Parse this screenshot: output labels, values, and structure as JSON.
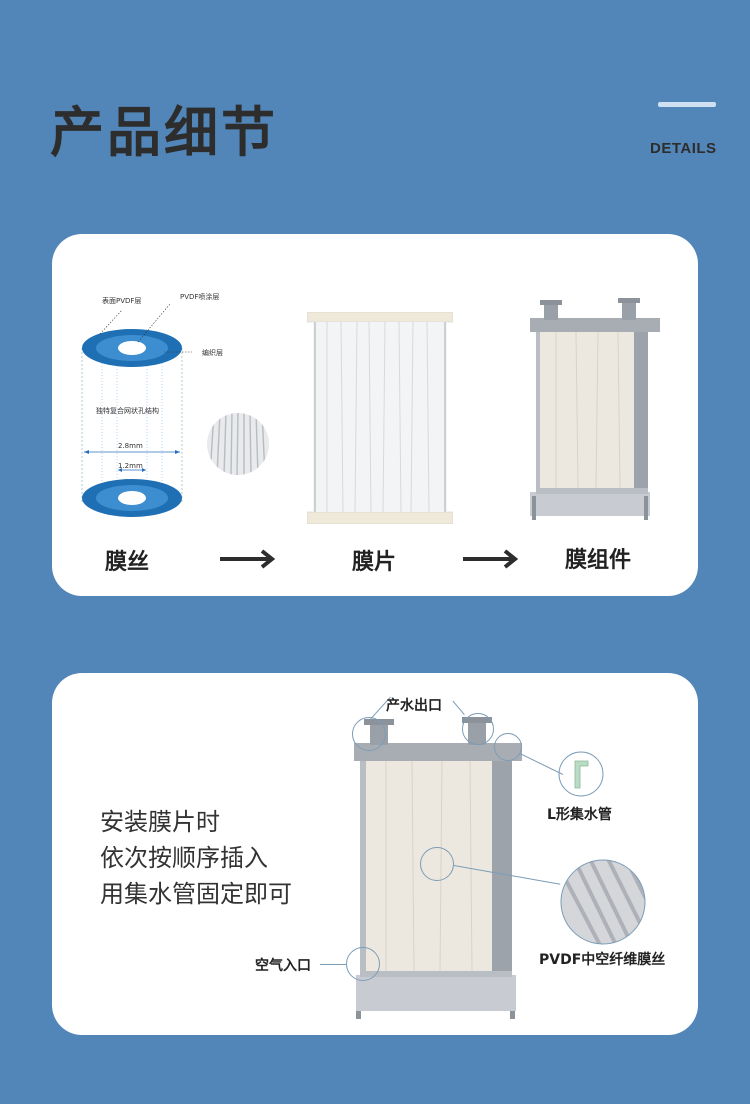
{
  "header": {
    "title": "产品细节",
    "subtitle_en": "DETAILS"
  },
  "process_card": {
    "fiber_labels": {
      "surface": "表面PVDF层",
      "coating": "PVDF喷涂层",
      "braid": "编织层",
      "structure": "独特复合网状孔结构",
      "outer_dia": "2.8mm",
      "inner_dia": "1.2mm"
    },
    "steps": [
      "膜丝",
      "膜片",
      "膜组件"
    ]
  },
  "install_card": {
    "instructions": [
      "安装膜片时",
      "依次按顺序插入",
      "用集水管固定即可"
    ],
    "callouts": {
      "water_outlet": "产水出口",
      "l_pipe": "L形集水管",
      "air_inlet": "空气入口",
      "fiber": "PVDF中空纤维膜丝"
    }
  },
  "colors": {
    "background": "#5285b8",
    "card": "#ffffff",
    "fiber_blue": "#1f6fb5",
    "text_dark": "#2d2d2d"
  }
}
